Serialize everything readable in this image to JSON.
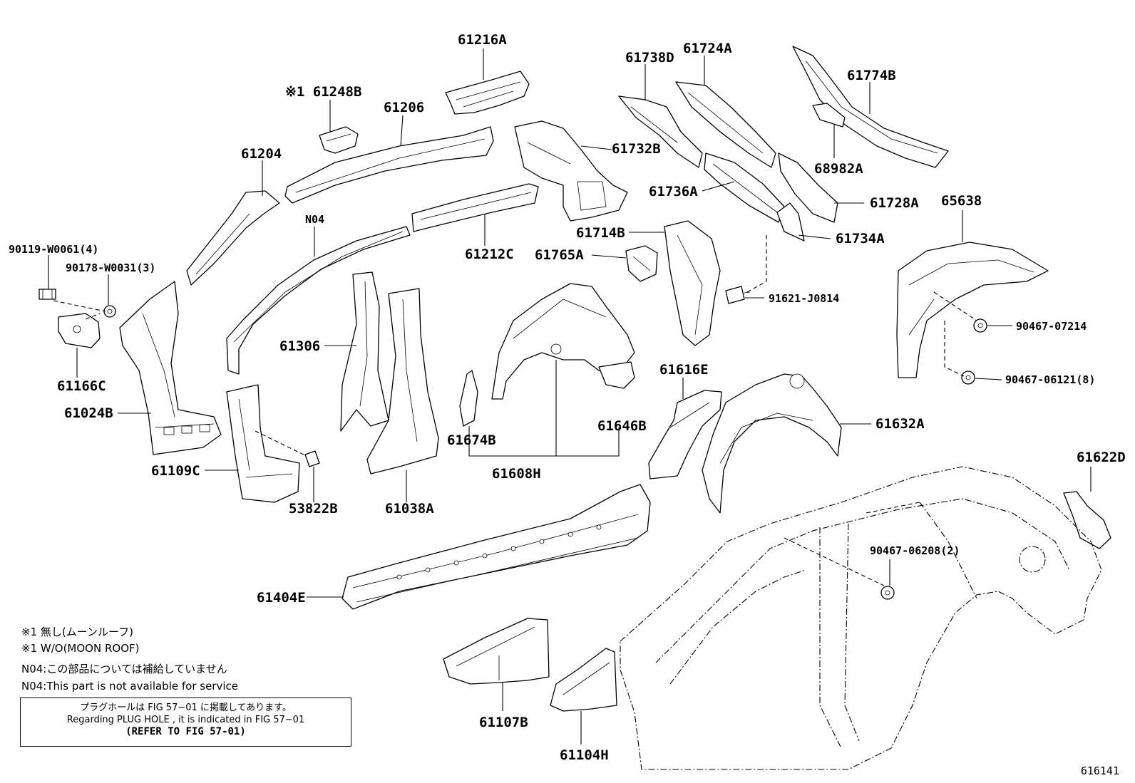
{
  "labels": {
    "p61216A": "61216A",
    "p61248B": "※1 61248B",
    "p61206": "61206",
    "p61204": "61204",
    "pN04": "N04",
    "p90119": "90119-W0061(4)",
    "p90178": "90178-W0031(3)",
    "p61166C": "61166C",
    "p61024B": "61024B",
    "p61212C": "61212C",
    "p61306": "61306",
    "p61109C": "61109C",
    "p53822B": "53822B",
    "p61038A": "61038A",
    "p61738D": "61738D",
    "p61724A": "61724A",
    "p61774B": "61774B",
    "p61732B": "61732B",
    "p68982A": "68982A",
    "p61736A": "61736A",
    "p61728A": "61728A",
    "p65638": "65638",
    "p61714B": "61714B",
    "p61734A": "61734A",
    "p61765A": "61765A",
    "p91621": "91621-J0814",
    "p90467_07214": "90467-07214",
    "p90467_06121": "90467-06121(8)",
    "p61616E": "61616E",
    "p61674B": "61674B",
    "p61646B": "61646B",
    "p61608H": "61608H",
    "p61632A": "61632A",
    "p61622D": "61622D",
    "p90467_06208": "90467-06208(2)",
    "p61404E": "61404E",
    "p61107B": "61107B",
    "p61104H": "61104H"
  },
  "notes": {
    "n1_jp": "※1 無し(ムーンルーフ)",
    "n1_en": "※1 W/O(MOON ROOF)",
    "n04_jp": "N04:この部品については補給していません",
    "n04_en": "N04:This part is not available for service",
    "box_jp": "プラグホールは FIG 57−01 に掲載してあります。",
    "box_en": "Regarding  PLUG  HOLE , it is indicated in FIG  57−01",
    "box_ref": "(REFER TO FIG 57-01)"
  },
  "figure_id": "616141"
}
